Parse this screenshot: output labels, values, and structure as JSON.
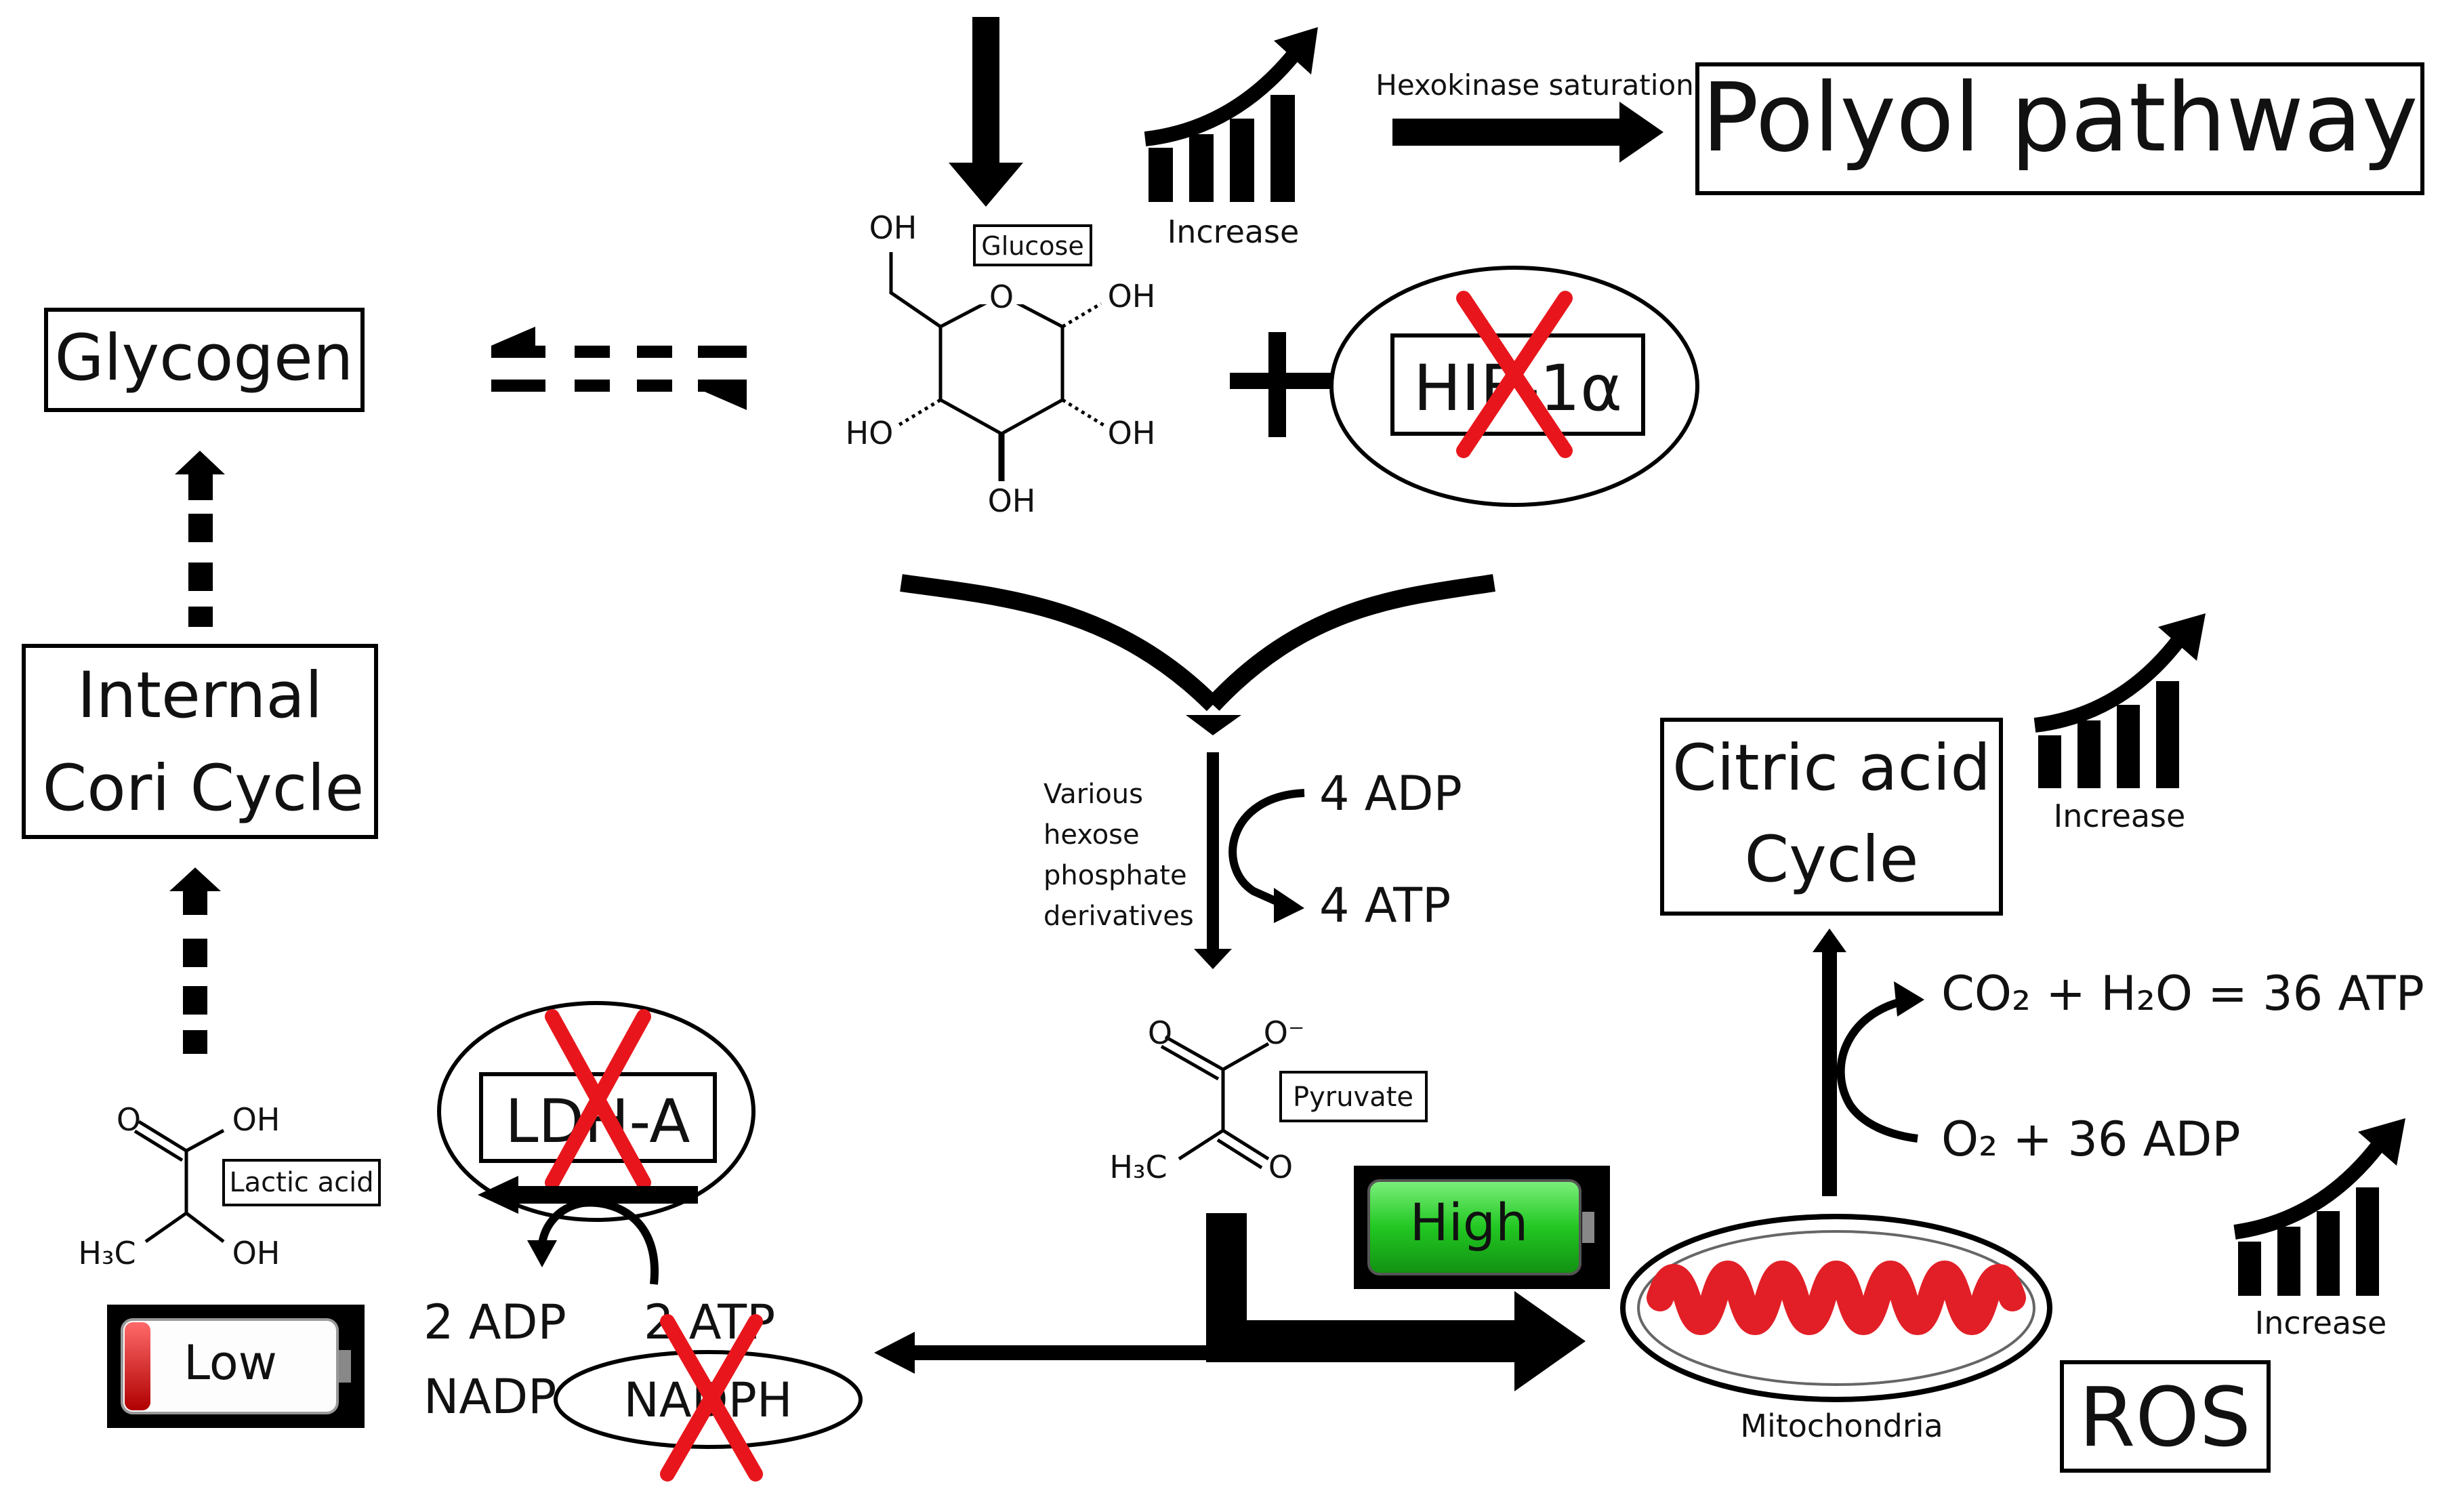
{
  "boxes": {
    "polyol": "Polyol pathway",
    "glycogen": "Glycogen",
    "cori_line1": "Internal",
    "cori_line2": "Cori Cycle",
    "citric_line1": "Citric acid",
    "citric_line2": "Cycle",
    "ros": "ROS"
  },
  "labels": {
    "hexokinase": "Hexokinase saturation",
    "increase": "Increase",
    "glucose": "Glucose",
    "pyruvate": "Pyruvate",
    "lactic_acid": "Lactic acid",
    "mitochondria": "Mitochondria",
    "hif": "HIF-1α",
    "ldh": "LDH-A",
    "various": [
      "Various",
      "hexose",
      "phosphate",
      "derivatives"
    ],
    "adp4": "4 ADP",
    "atp4": "4 ATP",
    "co2_eq": "CO₂ + H₂O = 36 ATP",
    "o2_eq": "O₂ + 36 ADP",
    "adp2": "2 ADP",
    "nadp_plus": "NADP⁺",
    "atp2": "2 ATP",
    "nadph": "NADPH"
  },
  "batteries": {
    "high": {
      "label": "High",
      "color": "#22c722"
    },
    "low": {
      "label": "Low",
      "color": "#d81818"
    }
  },
  "chem": {
    "oh": "OH",
    "ho": "HO",
    "o": "O",
    "o_minus": "O⁻",
    "h3c": "H₃C"
  },
  "colors": {
    "cross": "#e8161c",
    "mito": "#e21f26"
  },
  "icons": [
    "arrow-down-icon",
    "increase-chart-icon",
    "plus-icon",
    "cross-icon",
    "battery-icon",
    "mitochondria-icon"
  ]
}
